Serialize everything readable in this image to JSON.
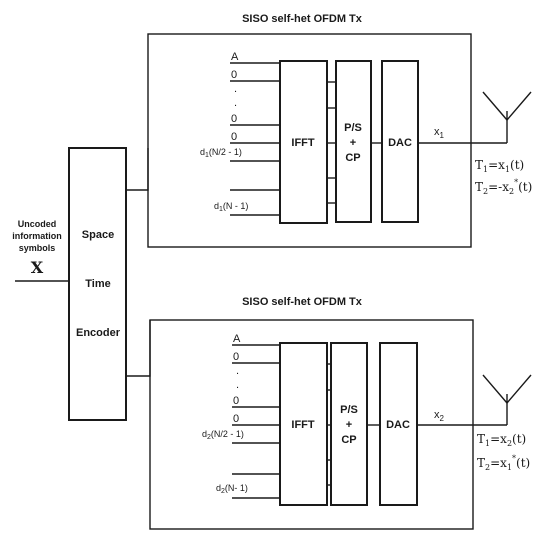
{
  "input": {
    "label_line1": "Uncoded",
    "label_line2": "information",
    "label_line3": "symbols",
    "symbol": "X"
  },
  "encoder": {
    "line1": "Space",
    "line2": "Time",
    "line3": "Encoder"
  },
  "transmitters": [
    {
      "title": "SISO self-het OFDM Tx",
      "inputs": {
        "a": "A",
        "zero1": "0",
        "dot1": ".",
        "dot2": ".",
        "zero2": "0",
        "zero3": "0",
        "d_mid_base": "d",
        "d_mid_sub": "1",
        "d_mid_rest": "(N/2 - 1)",
        "d_last_base": "d",
        "d_last_sub": "1",
        "d_last_rest": "(N - 1)"
      },
      "ifft": "IFFT",
      "ps_line1": "P/S",
      "ps_line2": "+",
      "ps_line3": "CP",
      "dac": "DAC",
      "output_base": "x",
      "output_sub": "1",
      "slot1_prefix": "T",
      "slot1_prefix_sub": "1",
      "slot1_eq": "=x",
      "slot1_sub": "1",
      "slot1_tail": "(t)",
      "slot2_prefix": "T",
      "slot2_prefix_sub": "2",
      "slot2_eq": "=-x",
      "slot2_sub": "2",
      "slot2_sup": "*",
      "slot2_tail": "(t)"
    },
    {
      "title": "SISO self-het OFDM Tx",
      "inputs": {
        "a": "A",
        "zero1": "0",
        "dot1": ".",
        "dot2": ".",
        "zero2": "0",
        "zero3": "0",
        "d_mid_base": "d",
        "d_mid_sub": "2",
        "d_mid_rest": "(N/2 - 1)",
        "d_last_base": "d",
        "d_last_sub": "2",
        "d_last_rest": "(N- 1)"
      },
      "ifft": "IFFT",
      "ps_line1": "P/S",
      "ps_line2": "+",
      "ps_line3": "CP",
      "dac": "DAC",
      "output_base": "x",
      "output_sub": "2",
      "slot1_prefix": "T",
      "slot1_prefix_sub": "1",
      "slot1_eq": "=x",
      "slot1_sub": "2",
      "slot1_tail": "(t)",
      "slot2_prefix": "T",
      "slot2_prefix_sub": "2",
      "slot2_eq": "=x",
      "slot2_sub": "1",
      "slot2_sup": "*",
      "slot2_tail": "(t)"
    }
  ]
}
